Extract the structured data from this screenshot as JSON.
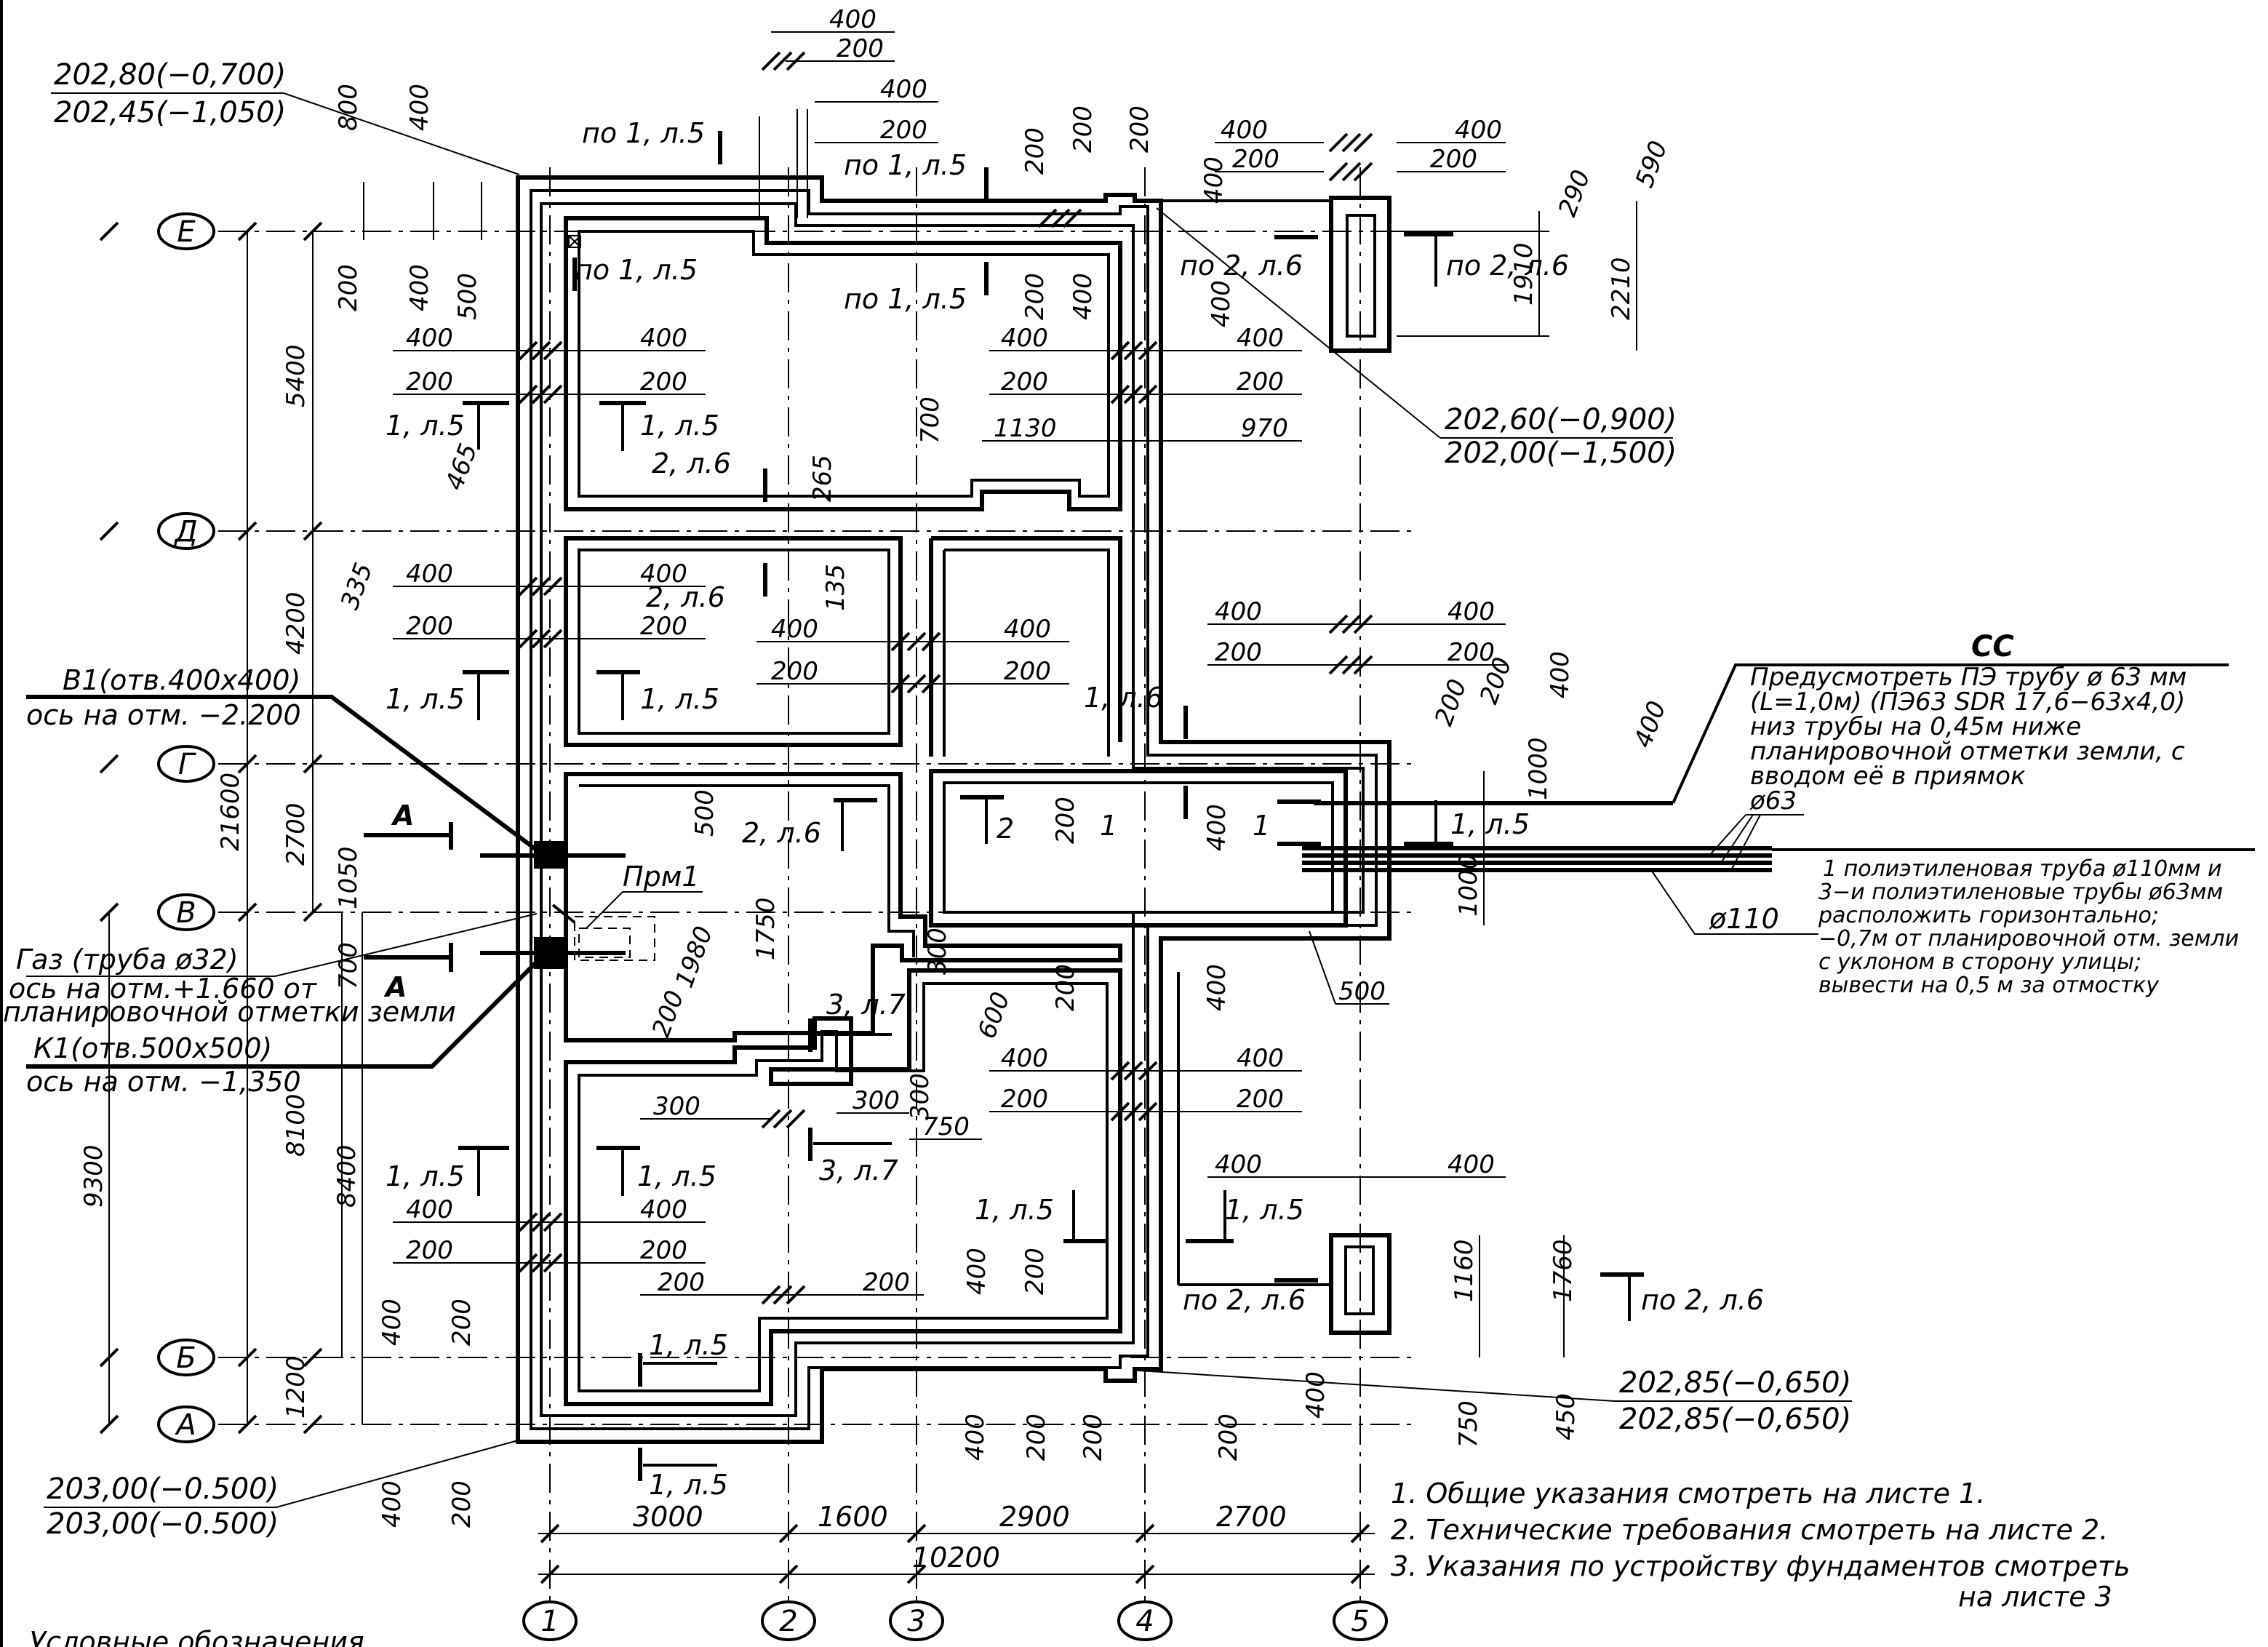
{
  "axes": {
    "letters": [
      "Е",
      "Д",
      "Г",
      "В",
      "Б",
      "А"
    ],
    "numbers": [
      "1",
      "2",
      "3",
      "4",
      "5"
    ]
  },
  "dims_bottom": {
    "spans": [
      "3000",
      "1600",
      "2900",
      "2700"
    ],
    "total": "10200"
  },
  "dims_left": {
    "d5400": "5400",
    "d4200": "4200",
    "d2700": "2700",
    "d21600": "21600",
    "d1050": "1050",
    "d700": "700",
    "d8100": "8100",
    "d8400": "8400",
    "d9300": "9300",
    "d1200": "1200",
    "d335": "335",
    "d465": "465",
    "d200a": "200",
    "d400a": "400",
    "d500a": "500",
    "d800": "800",
    "d400b": "400",
    "d400c": "400",
    "d200b": "200",
    "d400d": "400",
    "d200c": "200"
  },
  "elevations": {
    "top_left_1": "202,80(−0,700)",
    "top_left_2": "202,45(−1,050)",
    "top_right_1": "202,60(−0,900)",
    "top_right_2": "202,00(−1,500)",
    "bottom_right_1": "202,85(−0,650)",
    "bottom_right_2": "202,85(−0,650)",
    "bottom_left_1": "203,00(−0.500)",
    "bottom_left_2": "203,00(−0.500)"
  },
  "inlets": {
    "v1_title": "В1(отв.400х400)",
    "v1_axis": "ось на отм. −2.200",
    "gas_title": "Газ (труба ø32)",
    "gas_axis1": "ось на отм.+1.660 от",
    "gas_axis2": "планировочной отметки земли",
    "k1_title": "К1(отв.500х500)",
    "k1_axis": "ось на отм. −1,350",
    "prm": "Прм1",
    "sectA": "А"
  },
  "cc_note": {
    "title": "СС",
    "line1": "Предусмотреть ПЭ трубу ø 63 мм",
    "line2": "(L=1,0м) (ПЭ63 SDR 17,6−63х4,0)",
    "line3": "низ трубы на 0,45м ниже",
    "line4": "планировочной отметки земли, с",
    "line5": "вводом её в приямок",
    "d63": "ø63"
  },
  "pipe_note": {
    "line1": "1 полиэтиленовая труба ø110мм и",
    "line2": "3−и полиэтиленовые трубы ø63мм",
    "line3": "расположить горизонтально;",
    "line4": "−0,7м от планировочной отм. земли",
    "line5": "с уклоном в сторону улицы;",
    "line6": "вывести на 0,5 м за отмостку",
    "d110": "ø110"
  },
  "notes": {
    "n1": "1. Общие указания смотреть на листе 1.",
    "n2": "2. Технические требования смотреть на листе 2.",
    "n3a": "3. Указания по устройству фундаментов смотреть",
    "n3b": "на листе 3"
  },
  "legend": "Условные обозначения",
  "section_marks": {
    "po1l5": "по 1, л.5",
    "po2l6": "по 2, л.6",
    "s1l5": "1, л.5",
    "s2l6": "2, л.6",
    "s1l6": "1, л.6",
    "s3l7": "3, л.7",
    "s1": "1",
    "s2": "2"
  },
  "dim_values": {
    "v400": "400",
    "v200": "200",
    "v300": "300",
    "v265": "265",
    "v700": "700",
    "v135": "135",
    "v1130": "1130",
    "v970": "970",
    "v590": "590",
    "v290": "290",
    "v1910": "1910",
    "v2210": "2210",
    "v1000": "1000",
    "v500": "500",
    "v1750": "1750",
    "v1980": "1980",
    "v600": "600",
    "v750": "750",
    "v1160": "1160",
    "v1760": "1760",
    "v450": "450"
  }
}
